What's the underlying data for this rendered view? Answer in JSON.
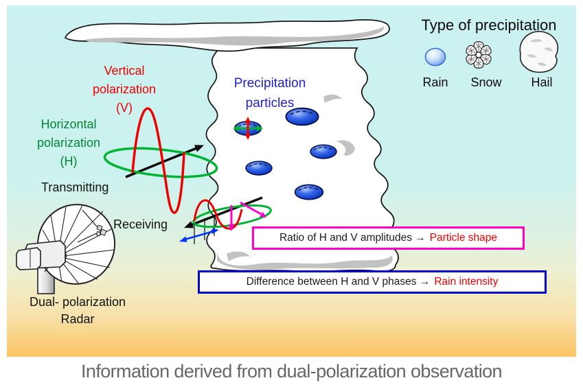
{
  "labels": {
    "vertical_polarization": {
      "line1": "Vertical",
      "line2": "polarization",
      "line3": "(V)"
    },
    "horizontal_polarization": {
      "line1": "Horizontal",
      "line2": "polarization",
      "line3": "(H)"
    },
    "transmitting": "Transmitting",
    "receiving": "Receiving",
    "precipitation_particles": {
      "line1": "Precipitation",
      "line2": "particles"
    },
    "radar": {
      "line1": "Dual- polarization",
      "line2": "Radar"
    }
  },
  "legend": {
    "title": "Type of precipitation",
    "items": [
      {
        "label": "Rain",
        "icon": "rain-icon"
      },
      {
        "label": "Snow",
        "icon": "snow-icon"
      },
      {
        "label": "Hail",
        "icon": "hail-icon"
      }
    ]
  },
  "info_boxes": [
    {
      "text": "Ratio of H and V amplitudes →",
      "highlight": "Particle shape",
      "border_color": "#ff00cc"
    },
    {
      "text": "Difference between H and V phases →",
      "highlight": "Rain intensity",
      "border_color": "#0000cc"
    }
  ],
  "caption": "Information derived from dual-polarization observation",
  "colors": {
    "vertical_wave_red": "#ee0000",
    "horizontal_wave_green": "#00b434",
    "green_text": "#008633",
    "blue_text": "#2121cc",
    "magenta_accent": "#ff00cc",
    "phase_arrow_blue": "#0033ff",
    "raindrop_blue": "#1443cc",
    "sky_top": "#cbf2f1",
    "sky_bottom": "#fcc462",
    "caption_gray": "#676767"
  }
}
